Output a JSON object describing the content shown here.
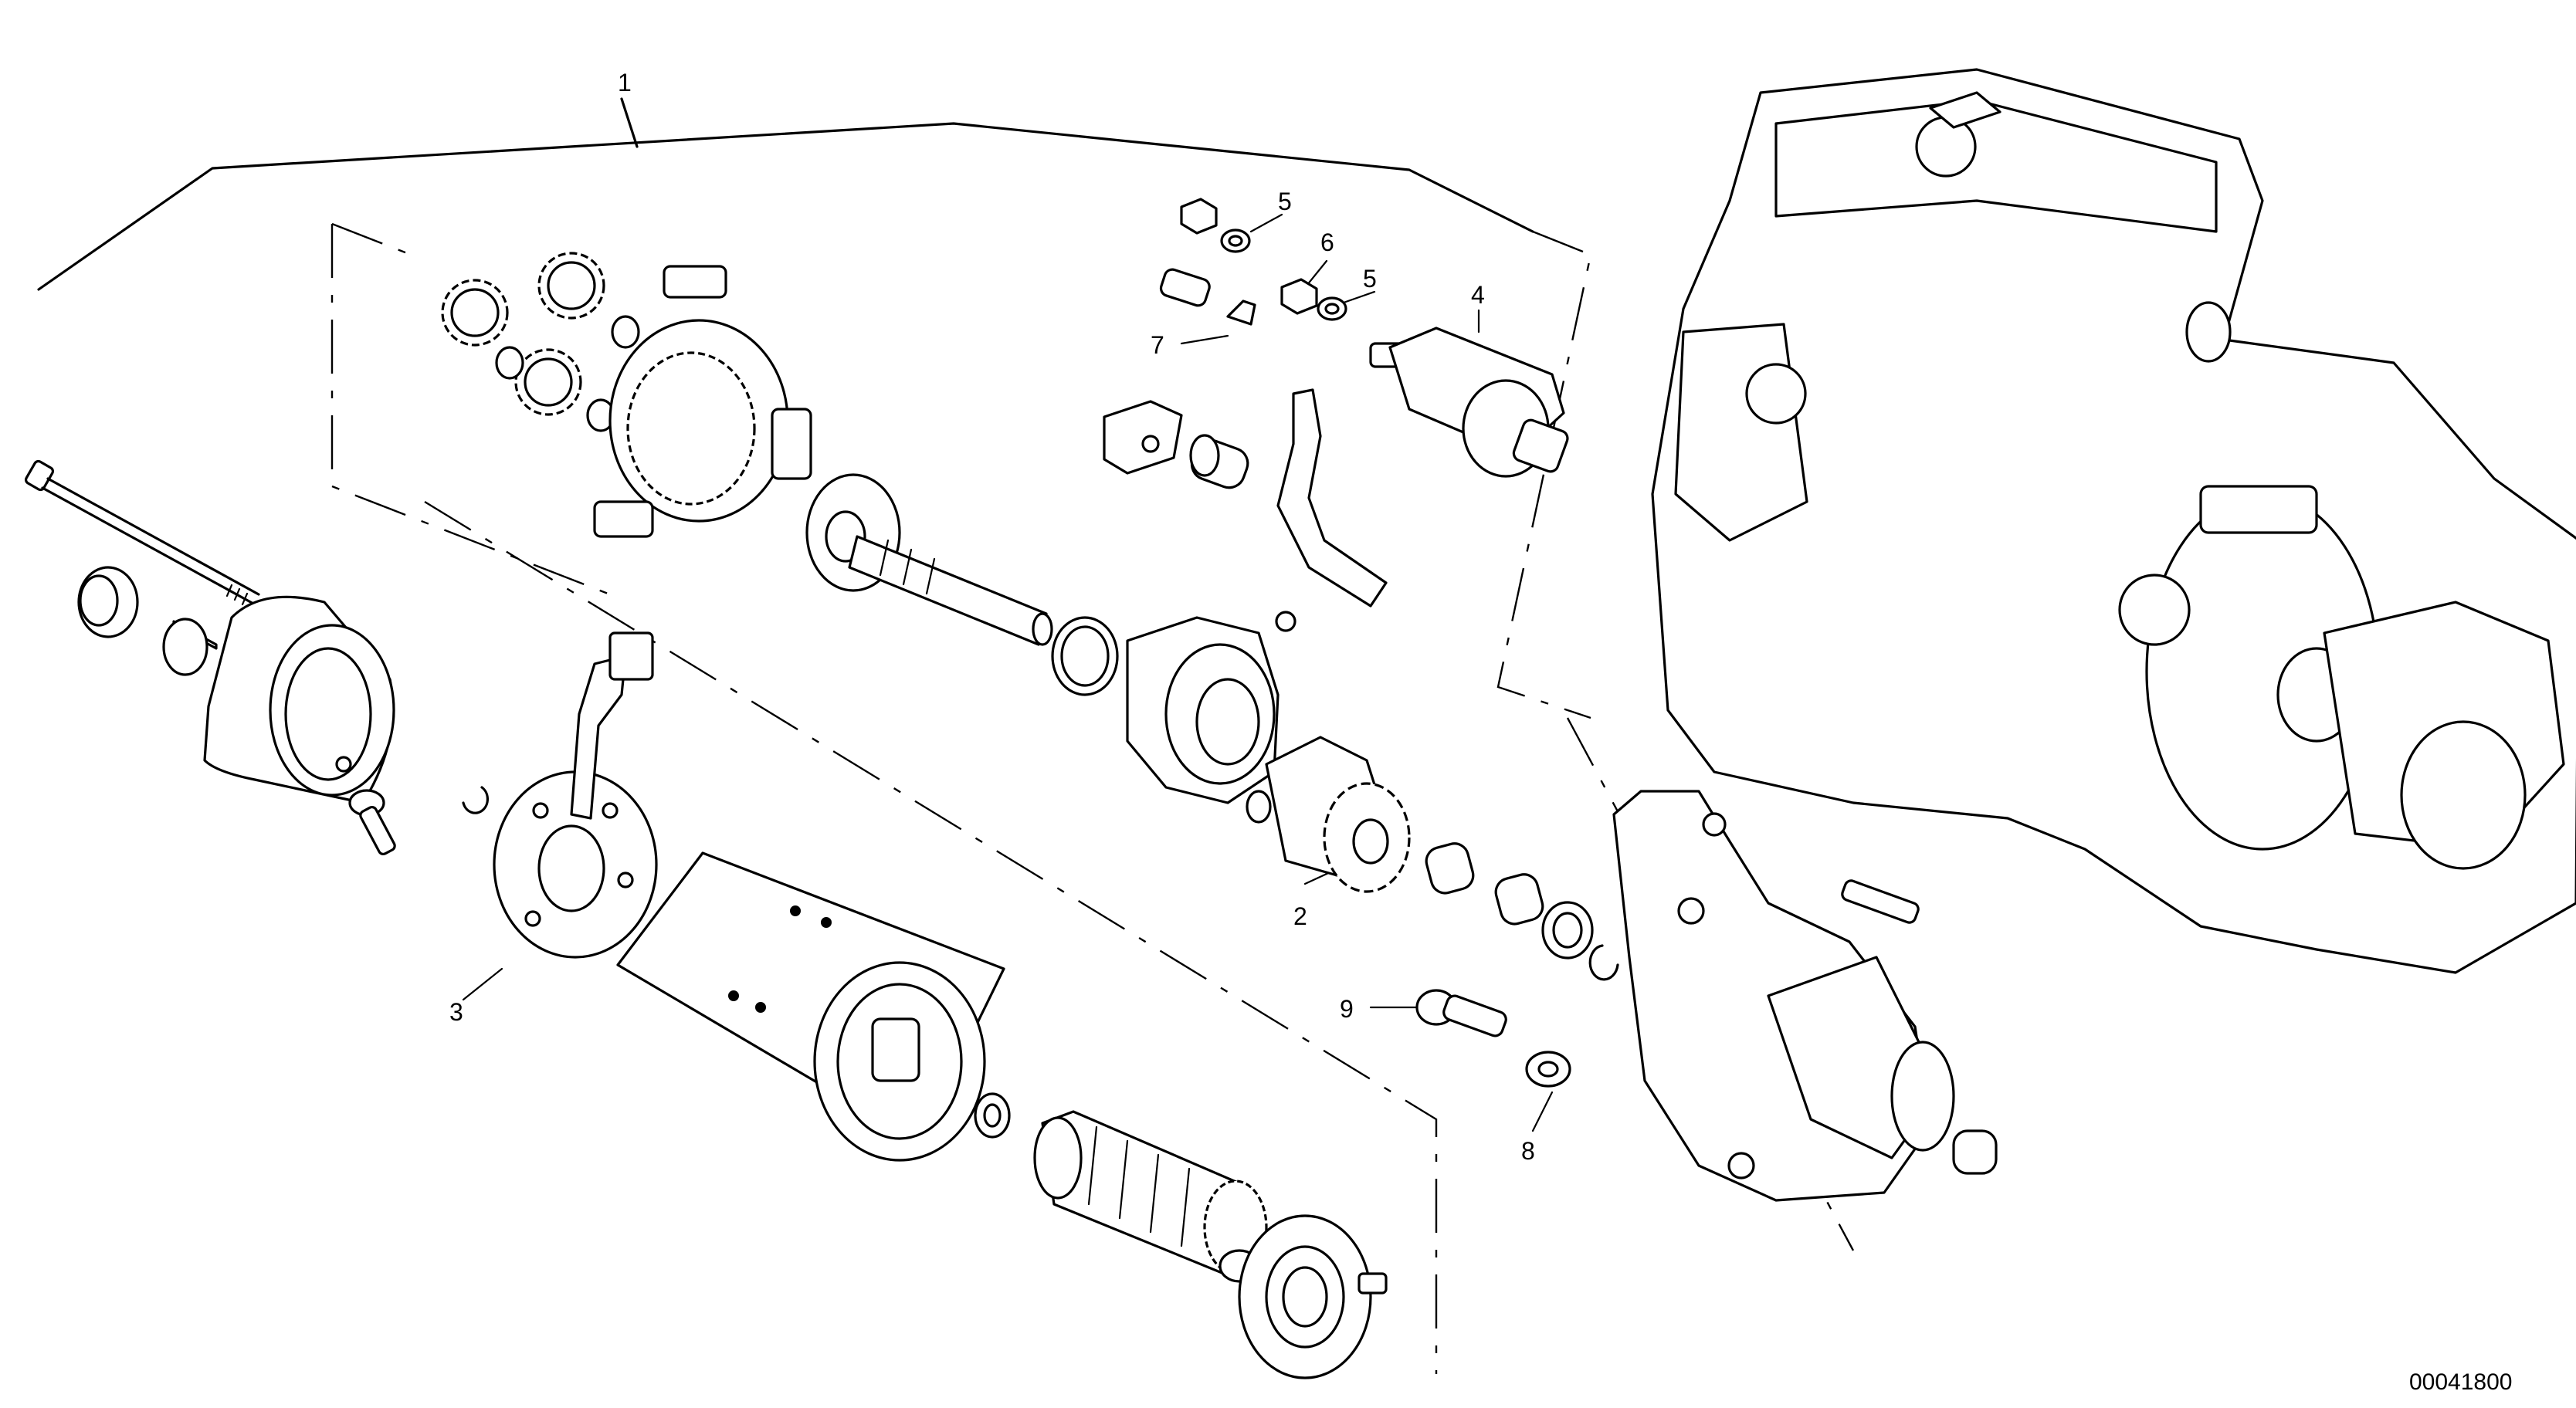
{
  "callouts": [
    {
      "id": "1",
      "text": "1"
    },
    {
      "id": "2",
      "text": "2"
    },
    {
      "id": "3",
      "text": "3"
    },
    {
      "id": "4",
      "text": "4"
    },
    {
      "id": "5a",
      "text": "5"
    },
    {
      "id": "5b",
      "text": "5"
    },
    {
      "id": "6",
      "text": "6"
    },
    {
      "id": "7",
      "text": "7"
    },
    {
      "id": "8",
      "text": "8"
    },
    {
      "id": "9",
      "text": "9"
    }
  ],
  "drawing_code": "00041800"
}
